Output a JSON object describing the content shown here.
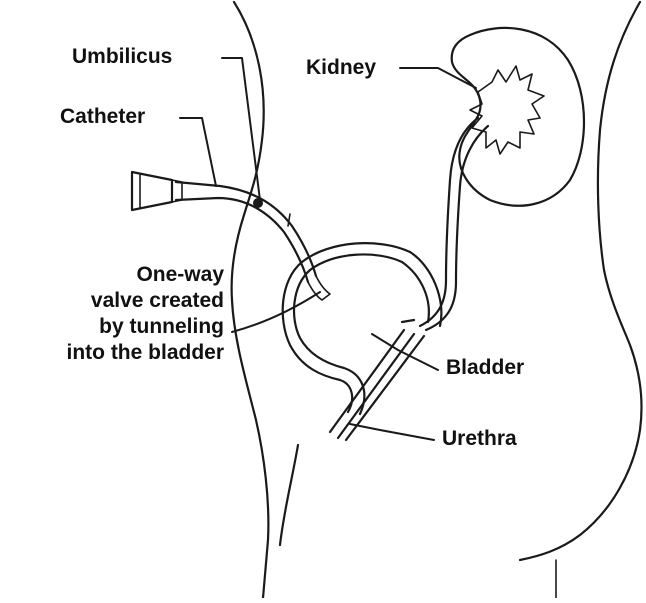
{
  "diagram": {
    "labels": {
      "umbilicus": "Umbilicus",
      "catheter": "Catheter",
      "valve_line1": "One-way",
      "valve_line2": "valve created",
      "valve_line3": "by tunneling",
      "valve_line4": "into the bladder",
      "kidney": "Kidney",
      "bladder": "Bladder",
      "urethra": "Urethra"
    },
    "colors": {
      "ink": "#1a1a1a",
      "background": "#ffffff"
    }
  }
}
